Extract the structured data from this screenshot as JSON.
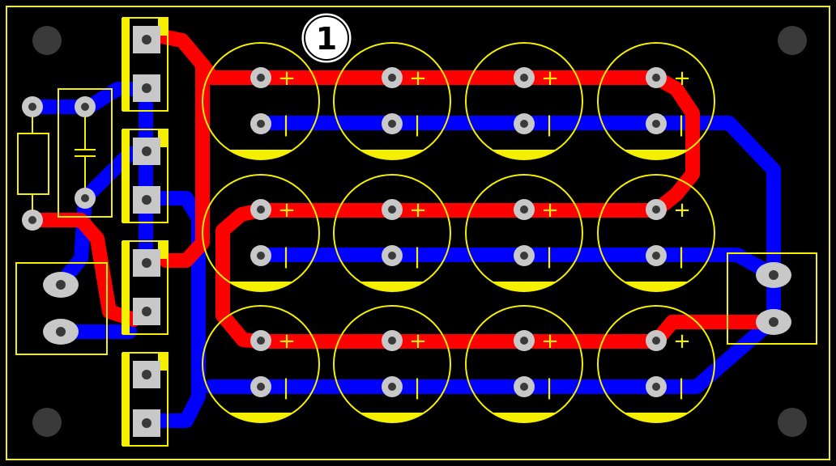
{
  "board": {
    "background_color": "#000000",
    "outline_color": "#f5f000",
    "top_trace_color": "#ff0000",
    "bottom_trace_color": "#0000ff",
    "pad_color": "#c8c8c8",
    "hole_color": "#3a3a3a"
  },
  "marker": {
    "label": "1"
  },
  "capacitors": {
    "plus_label": "+",
    "minus_label": "|",
    "count": 12
  },
  "regulators": {
    "count": 4
  },
  "connectors": {
    "count": 2
  }
}
